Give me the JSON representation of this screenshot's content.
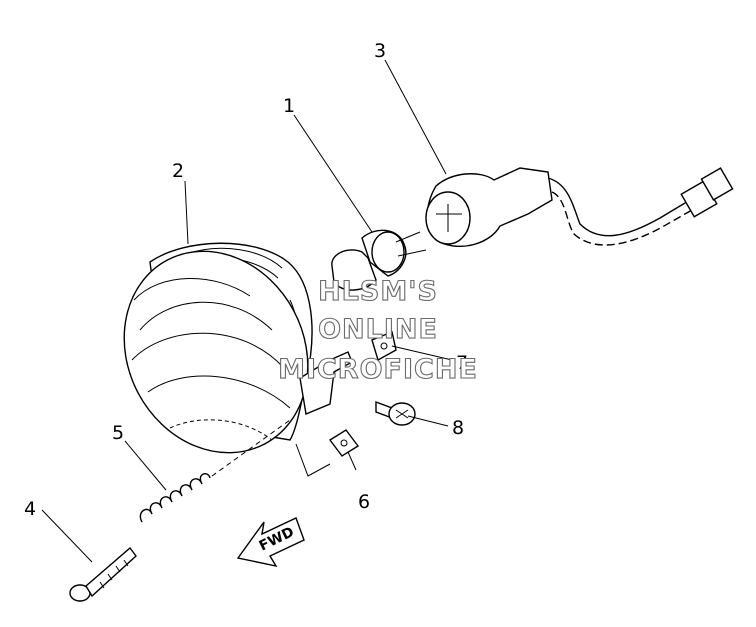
{
  "callouts": [
    {
      "id": "1",
      "text": "1"
    },
    {
      "id": "2",
      "text": "2"
    },
    {
      "id": "3",
      "text": "3"
    },
    {
      "id": "4",
      "text": "4"
    },
    {
      "id": "5",
      "text": "5"
    },
    {
      "id": "6",
      "text": "6"
    },
    {
      "id": "7",
      "text": "7"
    },
    {
      "id": "8",
      "text": "8"
    }
  ],
  "watermark": {
    "line1": "HLSM'S",
    "line2": "ONLINE",
    "line3": "MICROFICHE"
  },
  "direction_arrow": {
    "label": "FWD",
    "icon": "fwd-arrow-icon"
  }
}
